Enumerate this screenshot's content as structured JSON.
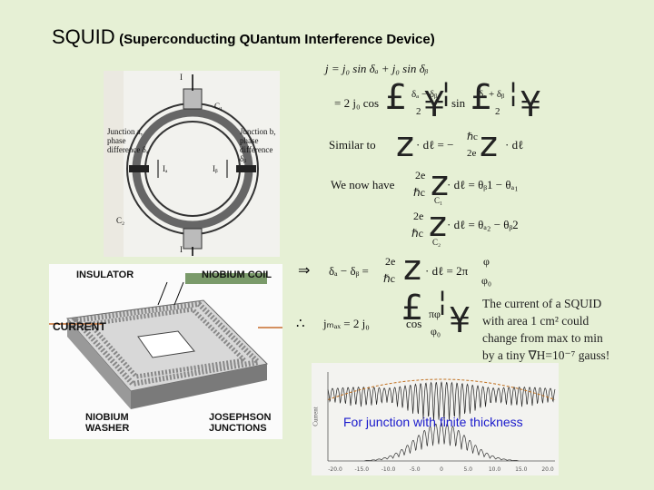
{
  "title": {
    "main": "SQUID",
    "sub": "(Superconducting QUantum Interference Device)"
  },
  "equations": {
    "line1": "j = j₀ sin δₐ + j₀ sin δᵦ",
    "line2a": "= 2 j₀ cos",
    "line2frac1": "δₐ − δᵦ",
    "line2frac1den": "2",
    "line2b": "sin",
    "line2frac2": "δₐ + δᵦ",
    "line2frac2den": "2",
    "similar_label": "Similar to",
    "similar_expr": "· dℓ = −",
    "similar_frac_num": "ℏc",
    "similar_frac_den": "2e",
    "similar_tail": "· dℓ",
    "we_now_have": "We now have",
    "eq_a_num": "2e",
    "eq_a_den": "ℏc",
    "eq_a_rhs": "· dℓ = θᵦ1 − θₐ₁",
    "eq_a_sub": "C₁",
    "eq_b_num": "2e",
    "eq_b_den": "ℏc",
    "eq_b_rhs": "· dℓ = θₐ₂ − θᵦ2",
    "eq_b_sub": "C₂",
    "implies": "⇒",
    "eq_c_lhs": "δₐ − δᵦ =",
    "eq_c_num": "2e",
    "eq_c_den": "ℏc",
    "eq_c_mid": "· dℓ = 2π",
    "eq_c_phi": "φ",
    "eq_c_phi0": "φ₀",
    "therefore": "∴",
    "jmax": "jₘₐₓ = 2 j₀",
    "jmax_cos": "cos",
    "jmax_num": "πφ",
    "jmax_den": "φ₀"
  },
  "glyphs": {
    "g1": "£",
    "g2": "¦",
    "g3": "¥",
    "g4": "£",
    "g5": "¦",
    "g6": "¥",
    "z1": "z",
    "z2": "z",
    "z3": "z",
    "z4": "z",
    "z5": "z",
    "g7": "£",
    "g8": "¦",
    "g9": "¥"
  },
  "note": {
    "line1": "The current of a SQUID",
    "line2": "with area 1 cm² could",
    "line3": "change from max to min",
    "line4": "by a tiny ∇H=10⁻⁷ gauss!"
  },
  "caption": "For junction with finite thickness",
  "diagram_top": {
    "junction_a": "Junction a, phase difference δₐ",
    "junction_b": "Junction b, phase difference δᵦ",
    "label_I_top": "I",
    "label_I_bottom": "I",
    "label_Ia": "Iₐ",
    "label_Ib": "Iᵦ",
    "label_C1": "C₁",
    "label_C2": "C₂"
  },
  "diagram_bottom": {
    "insulator": "INSULATOR",
    "niobium_coil": "NIOBIUM COIL",
    "current": "CURRENT",
    "niobium_washer": "NIOBIUM\nWASHER",
    "josephson": "JOSEPHSON\nJUNCTIONS"
  },
  "plot": {
    "ylabel": "Current",
    "xticks": [
      "-20.0",
      "-15.0",
      "-10.0",
      "-5.0",
      "0",
      "5.0",
      "10.0",
      "15.0",
      "20.0"
    ]
  }
}
